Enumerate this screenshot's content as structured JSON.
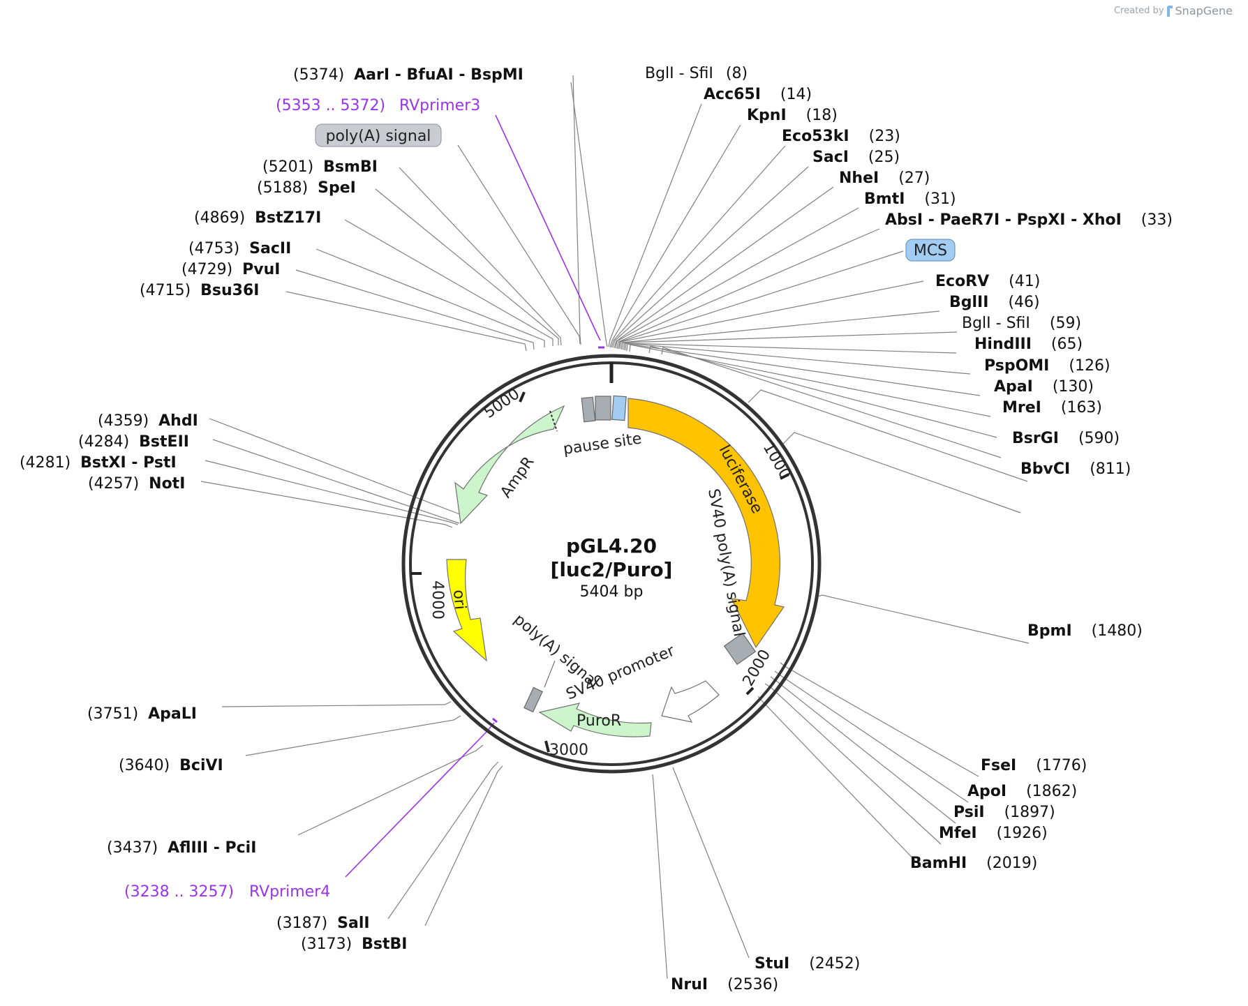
{
  "credit": {
    "prefix": "Created by",
    "brand": "SnapGene"
  },
  "plasmid": {
    "name_line1": "pGL4.20",
    "name_line2": "[luc2/Puro]",
    "length": "5404 bp"
  },
  "ticks": [
    "1000",
    "2000",
    "3000",
    "4000",
    "5000"
  ],
  "features": {
    "luciferase": "luciferase",
    "ampr": "AmpR",
    "ori": "ori",
    "puror": "PuroR",
    "pause_site": "pause site",
    "sv40_polya": "SV40 poly(A) signal",
    "polya_inner": "poly(A) signal",
    "sv40_promoter": "SV40 promoter",
    "polya_box": "poly(A) signal",
    "mcs_box": "MCS"
  },
  "primers": {
    "rv3": {
      "range": "(5353 .. 5372)",
      "name": "RVprimer3"
    },
    "rv4": {
      "range": "(3238 .. 3257)",
      "name": "RVprimer4"
    }
  },
  "sites_left": [
    {
      "pos": "(5374)",
      "name": "AarI  -  BfuAI  -  BspMI"
    },
    {
      "pos": "(5201)",
      "name": "BsmBI"
    },
    {
      "pos": "(5188)",
      "name": "SpeI"
    },
    {
      "pos": "(4869)",
      "name": "BstZ17I"
    },
    {
      "pos": "(4753)",
      "name": "SacII"
    },
    {
      "pos": "(4729)",
      "name": "PvuI"
    },
    {
      "pos": "(4715)",
      "name": "Bsu36I"
    },
    {
      "pos": "(4359)",
      "name": "AhdI"
    },
    {
      "pos": "(4284)",
      "name": "BstEII"
    },
    {
      "pos": "(4281)",
      "name": "BstXI  -  PstI"
    },
    {
      "pos": "(4257)",
      "name": "NotI"
    },
    {
      "pos": "(3751)",
      "name": "ApaLI"
    },
    {
      "pos": "(3640)",
      "name": "BciVI"
    },
    {
      "pos": "(3437)",
      "name": "AflIII  -  PciI"
    },
    {
      "pos": "(3187)",
      "name": "SalI"
    },
    {
      "pos": "(3173)",
      "name": "BstBI"
    }
  ],
  "sites_right": [
    {
      "name": "BglI  -  SfiI",
      "pos": "(8)"
    },
    {
      "name": "Acc65I",
      "pos": "(14)"
    },
    {
      "name": "KpnI",
      "pos": "(18)"
    },
    {
      "name": "Eco53kI",
      "pos": "(23)"
    },
    {
      "name": "SacI",
      "pos": "(25)"
    },
    {
      "name": "NheI",
      "pos": "(27)"
    },
    {
      "name": "BmtI",
      "pos": "(31)"
    },
    {
      "name": "AbsI  -  PaeR7I  -  PspXI  -  XhoI",
      "pos": "(33)"
    },
    {
      "name": "EcoRV",
      "pos": "(41)"
    },
    {
      "name": "BglII",
      "pos": "(46)"
    },
    {
      "name": "BglI  -  SfiI",
      "pos": "(59)"
    },
    {
      "name": "HindIII",
      "pos": "(65)"
    },
    {
      "name": "PspOMI",
      "pos": "(126)"
    },
    {
      "name": "ApaI",
      "pos": "(130)"
    },
    {
      "name": "MreI",
      "pos": "(163)"
    },
    {
      "name": "BsrGI",
      "pos": "(590)"
    },
    {
      "name": "BbvCI",
      "pos": "(811)"
    },
    {
      "name": "BpmI",
      "pos": "(1480)"
    },
    {
      "name": "FseI",
      "pos": "(1776)"
    },
    {
      "name": "ApoI",
      "pos": "(1862)"
    },
    {
      "name": "PsiI",
      "pos": "(1897)"
    },
    {
      "name": "MfeI",
      "pos": "(1926)"
    },
    {
      "name": "BamHI",
      "pos": "(2019)"
    }
  ],
  "sites_bottom": [
    {
      "name": "StuI",
      "pos": "(2452)"
    },
    {
      "name": "NruI",
      "pos": "(2536)"
    }
  ],
  "colors": {
    "luciferase": "#ffc300",
    "ampr": "#ccf5cc",
    "ori": "#ffff00",
    "grey_feature": "#a7adb3",
    "mcs": "#a3ccf2",
    "primer": "#9933ee",
    "leader": "#808080"
  }
}
